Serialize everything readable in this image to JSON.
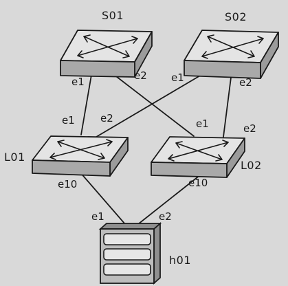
{
  "nodes": {
    "s01": {
      "label": "S01"
    },
    "s02": {
      "label": "S02"
    },
    "l01": {
      "label": "L01"
    },
    "l02": {
      "label": "L02"
    },
    "h01": {
      "label": "h01"
    }
  },
  "links": [
    {
      "id": "s01-l01",
      "from": "S01",
      "from_port": "e1",
      "to": "L01",
      "to_port": "e1"
    },
    {
      "id": "s01-l02",
      "from": "S01",
      "from_port": "e2",
      "to": "L02",
      "to_port": "e1"
    },
    {
      "id": "s02-l01",
      "from": "S02",
      "from_port": "e1",
      "to": "L01",
      "to_port": "e2"
    },
    {
      "id": "s02-l02",
      "from": "S02",
      "from_port": "e2",
      "to": "L02",
      "to_port": "e2"
    },
    {
      "id": "l01-h01",
      "from": "L01",
      "from_port": "e10",
      "to": "h01",
      "to_port": "e1"
    },
    {
      "id": "l02-h01",
      "from": "L02",
      "from_port": "e10",
      "to": "h01",
      "to_port": "e2"
    }
  ]
}
